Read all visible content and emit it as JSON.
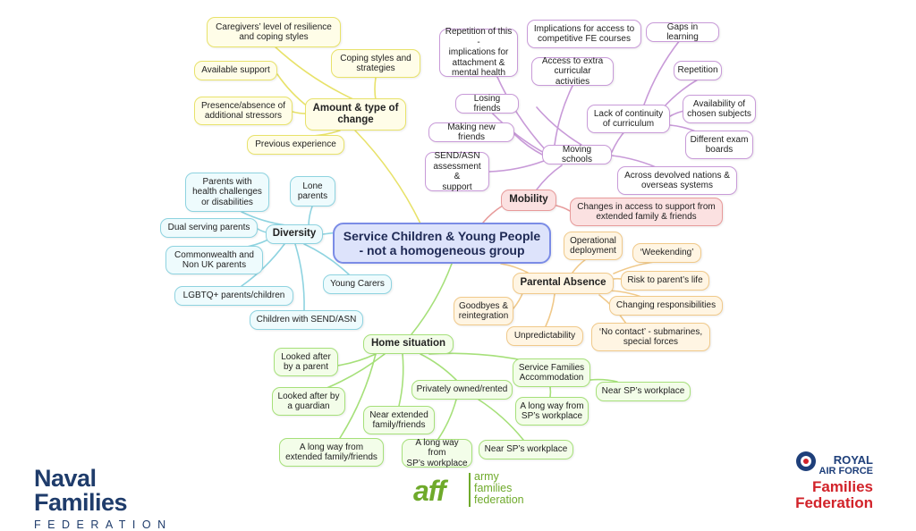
{
  "center": "Service Children & Young People\n- not a homogeneous group",
  "hubs": {
    "amount": "Amount & type of\nchange",
    "diversity": "Diversity",
    "mobility": "Mobility",
    "parental": "Parental Absence",
    "home": "Home situation"
  },
  "amount": {
    "resilience": "Caregivers’ level of resilience\nand coping styles",
    "coping": "Coping styles and\nstrategies",
    "support": "Available support",
    "stressors": "Presence/absence of\nadditional stressors",
    "experience": "Previous experience"
  },
  "diversity": {
    "health": "Parents with\nhealth challenges\nor disabilities",
    "lone": "Lone\nparents",
    "dual": "Dual serving parents",
    "commonwealth": "Commonwealth and\nNon UK parents",
    "lgbtq": "LGBTQ+ parents/children",
    "carers": "Young Carers",
    "send": "Children with SEND/ASN"
  },
  "mobility": {
    "moving": "Moving schools",
    "repetition_attach": "Repetition of this -\nimplications for\nattachment &\nmental health",
    "fe": "Implications for access to\ncompetitive FE courses",
    "gaps": "Gaps in learning",
    "extra": "Access to extra\ncurricular activities",
    "repetition": "Repetition",
    "losing": "Losing friends",
    "continuity": "Lack of continuity\nof curriculum",
    "subjects": "Availability of\nchosen subjects",
    "making": "Making new friends",
    "exams": "Different exam\nboards",
    "sendasn": "SEND/ASN\nassessment &\nsupport",
    "devolved": "Across devolved nations &\noverseas systems",
    "extended": "Changes in access to support from\nextended family & friends"
  },
  "parental": {
    "operational": "Operational\ndeployment",
    "weekending": "‘Weekending’",
    "risk": "Risk to parent’s life",
    "goodbyes": "Goodbyes &\nreintegration",
    "responsibilities": "Changing responsibilities",
    "unpredictability": "Unpredictability",
    "nocontact": "‘No contact’ - submarines,\nspecial forces"
  },
  "home": {
    "lookedparent": "Looked after\nby a parent",
    "sfa": "Service Families\nAccommodation",
    "owned": "Privately owned/rented",
    "near_sp_1": "Near SP’s workplace",
    "guardian": "Looked after by\na guardian",
    "longway_sp_1": "A long way from\nSP’s workplace",
    "nearext": "Near extended\nfamily/friends",
    "longway_ext": "A long way from\nextended family/friends",
    "longway_sp_2": "A long way from\nSP’s workplace",
    "near_sp_2": "Near SP’s workplace"
  },
  "logos": {
    "naval_title": "Naval Families",
    "naval_sub": "FEDERATION",
    "aff_mark": "aff",
    "aff_line1": "army",
    "aff_line2": "families",
    "aff_line3": "federation",
    "raf_line1": "ROYAL",
    "raf_line2": "AIR FORCE",
    "raf_line3": "Families",
    "raf_line4": "Federation"
  },
  "colors": {
    "amount": "#e8e26a",
    "diversity": "#8ed3e0",
    "mobility": "#c89ad8",
    "mobility_hub": "#e79a9a",
    "parental": "#f0c98a",
    "home": "#a6e07a",
    "center": "#7b8ce6"
  }
}
